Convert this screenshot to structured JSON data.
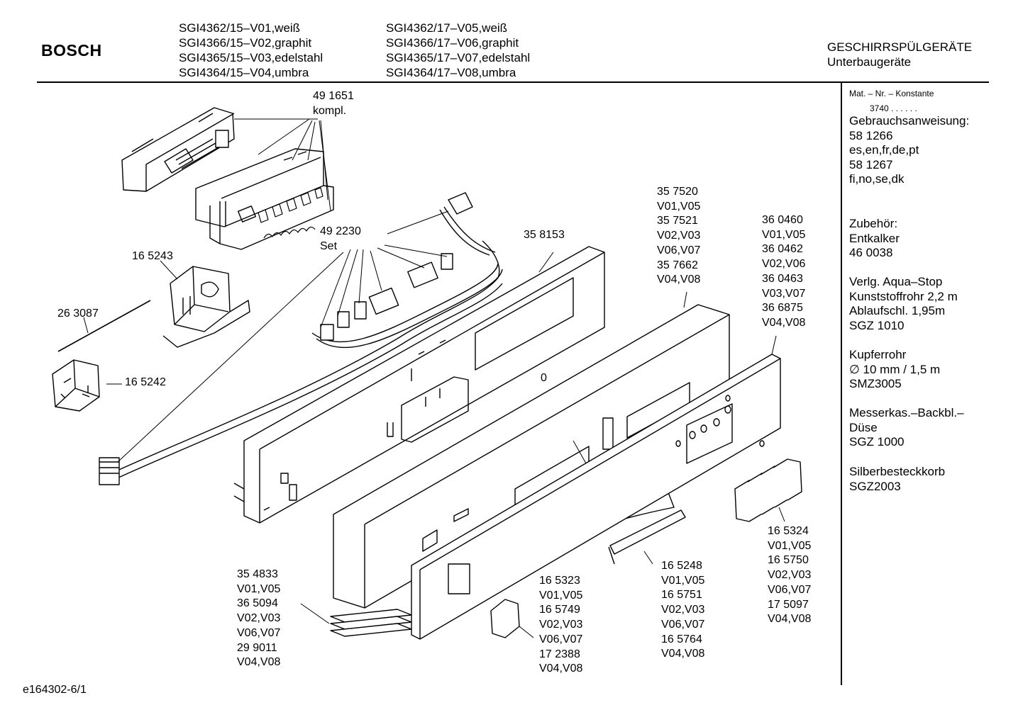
{
  "header": {
    "brand": "BOSCH",
    "models_col1": [
      "SGI4362/15–V01,weiß",
      "SGI4366/15–V02,graphit",
      "SGI4365/15–V03,edelstahl",
      "SGI4364/15–V04,umbra"
    ],
    "models_col2": [
      "SGI4362/17–V05,weiß",
      "SGI4366/17–V06,graphit",
      "SGI4365/17–V07,edelstahl",
      "SGI4364/17–V08,umbra"
    ],
    "category": "GESCHIRRSPÜLGERÄTE",
    "subcategory": "Unterbaugeräte"
  },
  "sidebar": {
    "mat_line": "Mat. – Nr. – Konstante",
    "mat_value": "3740 . .   . . . .",
    "blocks": [
      [
        "Gebrauchsanweisung:",
        "58 1266",
        "es,en,fr,de,pt",
        "58 1267",
        "fi,no,se,dk"
      ],
      [
        "Zubehör:",
        "Entkalker",
        "46 0038"
      ],
      [
        "Verlg. Aqua–Stop",
        "Kunststoffrohr 2,2 m",
        "Ablaufschl. 1,95m",
        "SGZ 1010"
      ],
      [
        "Kupferrohr",
        "∅ 10 mm / 1,5 m",
        "SMZ3005"
      ],
      [
        "Messerkas.–Backbl.–",
        "Düse",
        "SGZ 1000"
      ],
      [
        "Silberbesteckkorb",
        "SGZ2003"
      ]
    ]
  },
  "labels": {
    "p491651": [
      "49 1651",
      "kompl."
    ],
    "p492230": [
      "49 2230",
      "Set"
    ],
    "p165243": [
      "16 5243"
    ],
    "p263087": [
      "26 3087"
    ],
    "p165242": [
      "16 5242"
    ],
    "p358153": [
      "35 8153"
    ],
    "p357520": [
      "35 7520",
      "V01,V05",
      "35 7521",
      "V02,V03",
      "V06,V07",
      "35 7662",
      "V04,V08"
    ],
    "p360460": [
      "36 0460",
      "V01,V05",
      "36 0462",
      "V02,V06",
      "36 0463",
      "V03,V07",
      "36 6875",
      "V04,V08"
    ],
    "zero": [
      "0"
    ],
    "p354833": [
      "35 4833",
      "V01,V05",
      "36 5094",
      "V02,V03",
      "V06,V07",
      "29  9011",
      "V04,V08"
    ],
    "p165323": [
      "16 5323",
      "V01,V05",
      "16 5749",
      "V02,V03",
      "V06,V07",
      "17 2388",
      "V04,V08"
    ],
    "p165248": [
      "16 5248",
      "V01,V05",
      "16 5751",
      "V02,V03",
      "V06,V07",
      "16 5764",
      "V04,V08"
    ],
    "p165324": [
      "16 5324",
      "V01,V05",
      "16 5750",
      "V02,V03",
      "V06,V07",
      "17 5097",
      "V04,V08"
    ]
  },
  "footer": {
    "drawing_id": "e164302-6/1"
  }
}
